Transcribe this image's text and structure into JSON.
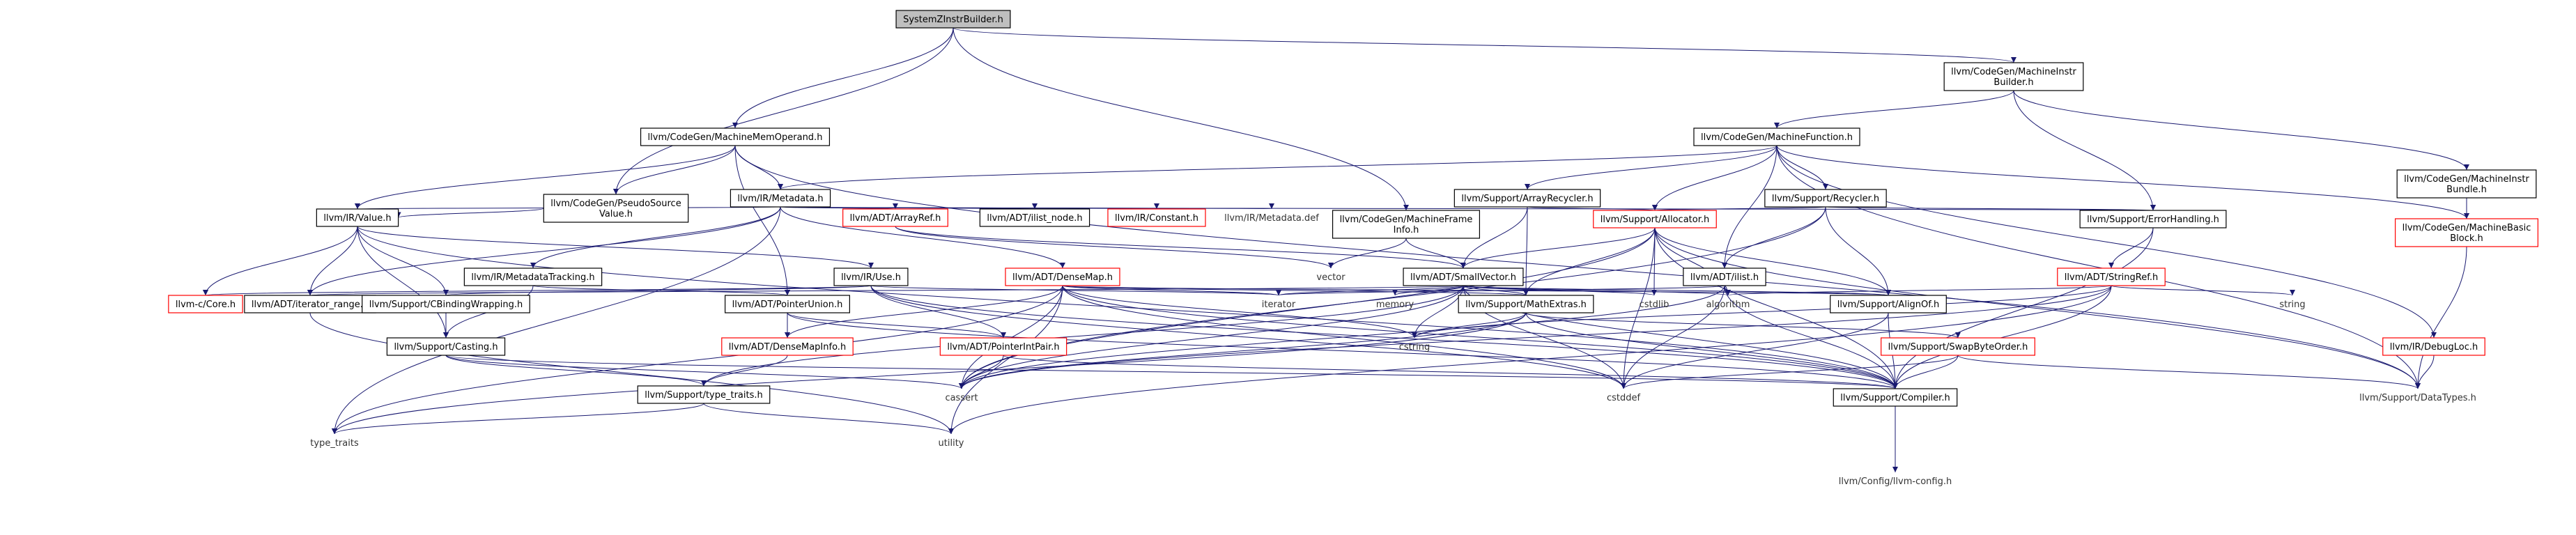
{
  "graph": {
    "colors": {
      "edge_primary": "#191970",
      "edge_secondary": "#3b3b3b",
      "edge_tertiary": "#7f3030",
      "node_border": "#000000",
      "node_border_red": "#ff0000",
      "root_fill": "#bfbfbf",
      "node_fill": "#ffffff",
      "text": "#000000",
      "text_red_label": "#000000"
    },
    "nodes": [
      {
        "id": "root",
        "label": "SystemZInstrBuilder.h",
        "kind": "root"
      },
      {
        "id": "mib",
        "label": "llvm/CodeGen/MachineInstr\nBuilder.h",
        "kind": "box"
      },
      {
        "id": "mmo",
        "label": "llvm/CodeGen/MachineMemOperand.h",
        "kind": "box"
      },
      {
        "id": "mf",
        "label": "llvm/CodeGen/MachineFunction.h",
        "kind": "box"
      },
      {
        "id": "mibundle",
        "label": "llvm/CodeGen/MachineInstr\nBundle.h",
        "kind": "box"
      },
      {
        "id": "psv",
        "label": "llvm/CodeGen/PseudoSource\nValue.h",
        "kind": "box"
      },
      {
        "id": "metadata",
        "label": "llvm/IR/Metadata.h",
        "kind": "box"
      },
      {
        "id": "arecycler",
        "label": "llvm/Support/ArrayRecycler.h",
        "kind": "box"
      },
      {
        "id": "recycler",
        "label": "llvm/Support/Recycler.h",
        "kind": "box"
      },
      {
        "id": "mbb",
        "label": "llvm/CodeGen/MachineBasic\nBlock.h",
        "kind": "red"
      },
      {
        "id": "value",
        "label": "llvm/IR/Value.h",
        "kind": "box"
      },
      {
        "id": "arrayref",
        "label": "llvm/ADT/ArrayRef.h",
        "kind": "red"
      },
      {
        "id": "ilistnode",
        "label": "llvm/ADT/ilist_node.h",
        "kind": "box"
      },
      {
        "id": "constant",
        "label": "llvm/IR/Constant.h",
        "kind": "red"
      },
      {
        "id": "mddef",
        "label": "llvm/IR/Metadata.def",
        "kind": "plain"
      },
      {
        "id": "mfi",
        "label": "llvm/CodeGen/MachineFrame\nInfo.h",
        "kind": "box"
      },
      {
        "id": "allocator",
        "label": "llvm/Support/Allocator.h",
        "kind": "red"
      },
      {
        "id": "errh",
        "label": "llvm/Support/ErrorHandling.h",
        "kind": "box"
      },
      {
        "id": "mdtrack",
        "label": "llvm/IR/MetadataTracking.h",
        "kind": "box"
      },
      {
        "id": "use",
        "label": "llvm/IR/Use.h",
        "kind": "box"
      },
      {
        "id": "densemap",
        "label": "llvm/ADT/DenseMap.h",
        "kind": "red"
      },
      {
        "id": "vector",
        "label": "vector",
        "kind": "plain"
      },
      {
        "id": "smallvec",
        "label": "llvm/ADT/SmallVector.h",
        "kind": "box"
      },
      {
        "id": "ilist",
        "label": "llvm/ADT/ilist.h",
        "kind": "box"
      },
      {
        "id": "stringref",
        "label": "llvm/ADT/StringRef.h",
        "kind": "red"
      },
      {
        "id": "llvmc",
        "label": "llvm-c/Core.h",
        "kind": "red"
      },
      {
        "id": "iterrange",
        "label": "llvm/ADT/iterator_range.h",
        "kind": "box"
      },
      {
        "id": "cbind",
        "label": "llvm/Support/CBindingWrapping.h",
        "kind": "box"
      },
      {
        "id": "ptrunion",
        "label": "llvm/ADT/PointerUnion.h",
        "kind": "box"
      },
      {
        "id": "iterator",
        "label": "iterator",
        "kind": "plain"
      },
      {
        "id": "memory",
        "label": "memory",
        "kind": "plain"
      },
      {
        "id": "mathext",
        "label": "llvm/Support/MathExtras.h",
        "kind": "box"
      },
      {
        "id": "cstdlib",
        "label": "cstdlib",
        "kind": "plain"
      },
      {
        "id": "algorithm",
        "label": "algorithm",
        "kind": "plain"
      },
      {
        "id": "alignof",
        "label": "llvm/Support/AlignOf.h",
        "kind": "box"
      },
      {
        "id": "string",
        "label": "string",
        "kind": "plain"
      },
      {
        "id": "casting",
        "label": "llvm/Support/Casting.h",
        "kind": "box"
      },
      {
        "id": "dmapinfo",
        "label": "llvm/ADT/DenseMapInfo.h",
        "kind": "red"
      },
      {
        "id": "ptrintpair",
        "label": "llvm/ADT/PointerIntPair.h",
        "kind": "red"
      },
      {
        "id": "cstring",
        "label": "cstring",
        "kind": "plain"
      },
      {
        "id": "swapbyte",
        "label": "llvm/Support/SwapByteOrder.h",
        "kind": "red"
      },
      {
        "id": "debugloc",
        "label": "llvm/IR/DebugLoc.h",
        "kind": "red"
      },
      {
        "id": "typetraits_s",
        "label": "llvm/Support/type_traits.h",
        "kind": "box"
      },
      {
        "id": "cassert",
        "label": "cassert",
        "kind": "plain"
      },
      {
        "id": "cstddef",
        "label": "cstddef",
        "kind": "plain"
      },
      {
        "id": "compiler",
        "label": "llvm/Support/Compiler.h",
        "kind": "box"
      },
      {
        "id": "datatypes",
        "label": "llvm/Support/DataTypes.h",
        "kind": "plain"
      },
      {
        "id": "type_traits",
        "label": "type_traits",
        "kind": "plain"
      },
      {
        "id": "utility",
        "label": "utility",
        "kind": "plain"
      },
      {
        "id": "config",
        "label": "llvm/Config/llvm-config.h",
        "kind": "plain"
      }
    ],
    "edges": [
      [
        "root",
        "mib"
      ],
      [
        "root",
        "mmo"
      ],
      [
        "root",
        "psv"
      ],
      [
        "root",
        "mfi"
      ],
      [
        "mib",
        "mf"
      ],
      [
        "mib",
        "mibundle"
      ],
      [
        "mib",
        "errh"
      ],
      [
        "mmo",
        "psv"
      ],
      [
        "mmo",
        "metadata"
      ],
      [
        "mmo",
        "value"
      ],
      [
        "mmo",
        "ptrunion"
      ],
      [
        "mmo",
        "datatypes"
      ],
      [
        "mf",
        "metadata"
      ],
      [
        "mf",
        "arecycler"
      ],
      [
        "mf",
        "recycler"
      ],
      [
        "mf",
        "mbb"
      ],
      [
        "mf",
        "allocator"
      ],
      [
        "mf",
        "ilist"
      ],
      [
        "mf",
        "debugloc"
      ],
      [
        "mf",
        "datatypes"
      ],
      [
        "mibundle",
        "mbb"
      ],
      [
        "psv",
        "value"
      ],
      [
        "metadata",
        "value"
      ],
      [
        "metadata",
        "arrayref"
      ],
      [
        "metadata",
        "ilistnode"
      ],
      [
        "metadata",
        "constant"
      ],
      [
        "metadata",
        "mddef"
      ],
      [
        "metadata",
        "mdtrack"
      ],
      [
        "metadata",
        "densemap"
      ],
      [
        "metadata",
        "iterrange"
      ],
      [
        "metadata",
        "errh"
      ],
      [
        "metadata",
        "type_traits"
      ],
      [
        "arecycler",
        "allocator"
      ],
      [
        "arecycler",
        "smallvec"
      ],
      [
        "arecycler",
        "mathext"
      ],
      [
        "recycler",
        "allocator"
      ],
      [
        "recycler",
        "ilist"
      ],
      [
        "recycler",
        "alignof"
      ],
      [
        "recycler",
        "errh"
      ],
      [
        "recycler",
        "cassert"
      ],
      [
        "mbb",
        "datatypes"
      ],
      [
        "value",
        "llvmc"
      ],
      [
        "value",
        "iterrange"
      ],
      [
        "value",
        "cbind"
      ],
      [
        "value",
        "use"
      ],
      [
        "value",
        "casting"
      ],
      [
        "value",
        "compiler"
      ],
      [
        "arrayref",
        "vector"
      ],
      [
        "arrayref",
        "smallvec"
      ],
      [
        "mfi",
        "vector"
      ],
      [
        "mfi",
        "smallvec"
      ],
      [
        "allocator",
        "smallvec"
      ],
      [
        "allocator",
        "alignof"
      ],
      [
        "allocator",
        "mathext"
      ],
      [
        "allocator",
        "cstdlib"
      ],
      [
        "allocator",
        "algorithm"
      ],
      [
        "allocator",
        "cstddef"
      ],
      [
        "allocator",
        "cassert"
      ],
      [
        "allocator",
        "compiler"
      ],
      [
        "allocator",
        "datatypes"
      ],
      [
        "errh",
        "stringref"
      ],
      [
        "errh",
        "compiler"
      ],
      [
        "mdtrack",
        "ptrunion"
      ],
      [
        "mdtrack",
        "casting"
      ],
      [
        "use",
        "llvmc"
      ],
      [
        "use",
        "cbind"
      ],
      [
        "use",
        "ptrintpair"
      ],
      [
        "use",
        "iterator"
      ],
      [
        "use",
        "cstddef"
      ],
      [
        "use",
        "compiler"
      ],
      [
        "densemap",
        "iterator"
      ],
      [
        "densemap",
        "dmapinfo"
      ],
      [
        "densemap",
        "mathext"
      ],
      [
        "densemap",
        "alignof"
      ],
      [
        "densemap",
        "compiler"
      ],
      [
        "densemap",
        "cassert"
      ],
      [
        "densemap",
        "cstddef"
      ],
      [
        "densemap",
        "utility"
      ],
      [
        "densemap",
        "type_traits"
      ],
      [
        "densemap",
        "cstring"
      ],
      [
        "smallvec",
        "iterator"
      ],
      [
        "smallvec",
        "memory"
      ],
      [
        "smallvec",
        "mathext"
      ],
      [
        "smallvec",
        "cstdlib"
      ],
      [
        "smallvec",
        "algorithm"
      ],
      [
        "smallvec",
        "alignof"
      ],
      [
        "smallvec",
        "compiler"
      ],
      [
        "smallvec",
        "cassert"
      ],
      [
        "smallvec",
        "cstddef"
      ],
      [
        "smallvec",
        "cstring"
      ],
      [
        "smallvec",
        "typetraits_s"
      ],
      [
        "smallvec",
        "iterrange"
      ],
      [
        "ilist",
        "iterator"
      ],
      [
        "ilist",
        "algorithm"
      ],
      [
        "ilist",
        "compiler"
      ],
      [
        "ilist",
        "cassert"
      ],
      [
        "ilist",
        "cstddef"
      ],
      [
        "stringref",
        "algorithm"
      ],
      [
        "stringref",
        "string"
      ],
      [
        "stringref",
        "utility"
      ],
      [
        "stringref",
        "cstring"
      ],
      [
        "stringref",
        "compiler"
      ],
      [
        "stringref",
        "cassert"
      ],
      [
        "iterrange",
        "utility"
      ],
      [
        "cbind",
        "casting"
      ],
      [
        "ptrunion",
        "dmapinfo"
      ],
      [
        "ptrunion",
        "ptrintpair"
      ],
      [
        "ptrunion",
        "compiler"
      ],
      [
        "mathext",
        "swapbyte"
      ],
      [
        "mathext",
        "compiler"
      ],
      [
        "mathext",
        "cstring"
      ],
      [
        "mathext",
        "cassert"
      ],
      [
        "mathext",
        "type_traits"
      ],
      [
        "alignof",
        "compiler"
      ],
      [
        "alignof",
        "cstddef"
      ],
      [
        "casting",
        "typetraits_s"
      ],
      [
        "casting",
        "compiler"
      ],
      [
        "casting",
        "cassert"
      ],
      [
        "dmapinfo",
        "typetraits_s"
      ],
      [
        "ptrintpair",
        "cassert"
      ],
      [
        "ptrintpair",
        "compiler"
      ],
      [
        "swapbyte",
        "compiler"
      ],
      [
        "swapbyte",
        "datatypes"
      ],
      [
        "swapbyte",
        "cstddef"
      ],
      [
        "debugloc",
        "datatypes"
      ],
      [
        "typetraits_s",
        "type_traits"
      ],
      [
        "typetraits_s",
        "utility"
      ],
      [
        "compiler",
        "config"
      ]
    ]
  }
}
